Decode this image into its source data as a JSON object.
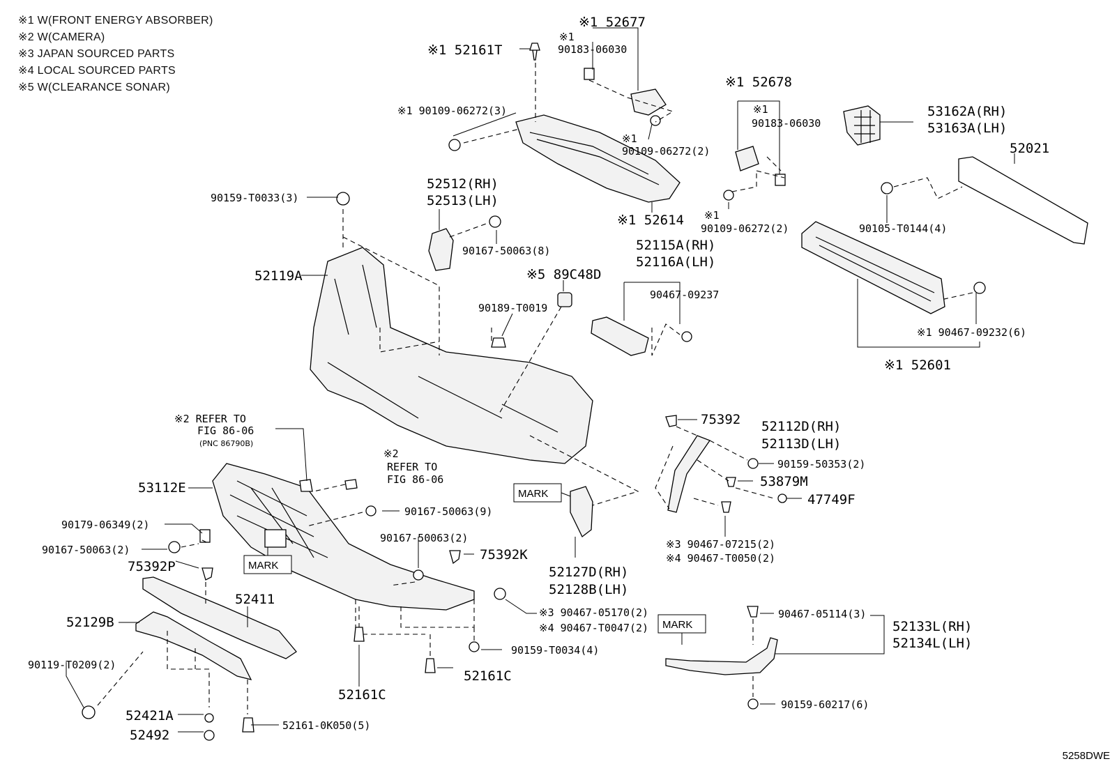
{
  "notes": [
    "※1 W(FRONT ENERGY ABSORBER)",
    "※2 W(CAMERA)",
    "※3 JAPAN SOURCED PARTS",
    "※4 LOCAL SOURCED PARTS",
    "※5 W(CLEARANCE SONAR)"
  ],
  "labels": {
    "p52677": "※1 52677",
    "p90183a_note": "※1",
    "p90183a": "90183-06030",
    "p52161T": "※1 52161T",
    "p90109a": "※1 90109-06272(3)",
    "p90109b_note": "※1",
    "p90109b": "90109-06272(2)",
    "p52678": "※1 52678",
    "p90183b_note": "※1",
    "p90183b": "90183-06030",
    "p53162A": "53162A(RH)",
    "p53163A": "53163A(LH)",
    "p52021": "52021",
    "p90159T0033": "90159-T0033(3)",
    "p52512": "52512(RH)",
    "p52513": "52513(LH)",
    "p90167_8": "90167-50063(8)",
    "p52614": "※1 52614",
    "p90109c_note": "※1",
    "p90109c": "90109-06272(2)",
    "p90105": "90105-T0144(4)",
    "p52119A": "52119A",
    "p89C48D": "※5 89C48D",
    "p52115A": "52115A(RH)",
    "p52116A": "52116A(LH)",
    "p90189": "90189-T0019",
    "p90467_09237": "90467-09237",
    "p90467_09232": "※1 90467-09232(6)",
    "p52601": "※1 52601",
    "ref2a_1": "※2 REFER TO",
    "ref2a_2": "FIG 86-06",
    "ref2a_3": "(PNC 86790B)",
    "ref2b_1": "※2",
    "ref2b_2": "REFER TO",
    "ref2b_3": "FIG 86-06",
    "p75392": "75392",
    "p52112D": "52112D(RH)",
    "p52113D": "52113D(LH)",
    "p90159_50353": "90159-50353(2)",
    "p53112E": "53112E",
    "p53879M": "53879M",
    "p90167_9": "90167-50063(9)",
    "p47749F": "47749F",
    "p90179": "90179-06349(2)",
    "p90167_2a": "90167-50063(2)",
    "p90167_2b": "90167-50063(2)",
    "p75392K": "75392K",
    "p90467_07215": "※3 90467-07215(2)",
    "p90467_T0050": "※4 90467-T0050(2)",
    "p75392P": "75392P",
    "p52127D": "52127D(RH)",
    "p52128B": "52128B(LH)",
    "p52411": "52411",
    "p90467_05170": "※3 90467-05170(2)",
    "p90467_T0047": "※4 90467-T0047(2)",
    "p52129B": "52129B",
    "p90467_05114": "90467-05114(3)",
    "p52133L": "52133L(RH)",
    "p52134L": "52134L(LH)",
    "p90159_T0034": "90159-T0034(4)",
    "p90119": "90119-T0209(2)",
    "p52161C_a": "52161C",
    "p52161C_b": "52161C",
    "p52421A": "52421A",
    "p52492": "52492",
    "p52161_0K050": "52161-0K050(5)",
    "p90159_60217": "90159-60217(6)"
  },
  "marks": [
    "MARK",
    "MARK",
    "MARK"
  ],
  "footer": "5258DWE"
}
